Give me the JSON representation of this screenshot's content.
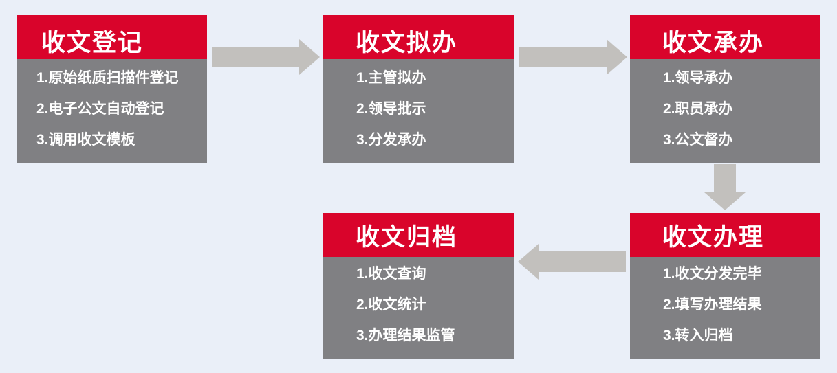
{
  "diagram": {
    "type": "flowchart",
    "background_color": "#EAEFF8",
    "colors": {
      "header_bg": "#D9042B",
      "body_bg": "#808083",
      "arrow": "#C2C0BD",
      "text": "#FFFFFF"
    }
  },
  "boxes": [
    {
      "id": "receipt-registration",
      "title": "收文登记",
      "items": [
        "1.原始纸质扫描件登记",
        "2.电子公文自动登记",
        "3.调用收文模板"
      ]
    },
    {
      "id": "receipt-proposal",
      "title": "收文拟办",
      "items": [
        "1.主管拟办",
        "2.领导批示",
        "3.分发承办"
      ]
    },
    {
      "id": "receipt-undertaking",
      "title": "收文承办",
      "items": [
        "1.领导承办",
        "2.职员承办",
        "3.公文督办"
      ]
    },
    {
      "id": "receipt-handling",
      "title": "收文办理",
      "items": [
        "1.收文分发完毕",
        "2.填写办理结果",
        "3.转入归档"
      ]
    },
    {
      "id": "receipt-archiving",
      "title": "收文归档",
      "items": [
        "1.收文查询",
        "2.收文统计",
        "3.办理结果监管"
      ]
    }
  ],
  "arrows": [
    {
      "name": "arrow-registration-to-proposal",
      "direction": "right"
    },
    {
      "name": "arrow-proposal-to-undertaking",
      "direction": "right"
    },
    {
      "name": "arrow-undertaking-to-handling",
      "direction": "down"
    },
    {
      "name": "arrow-handling-to-archiving",
      "direction": "left"
    }
  ]
}
